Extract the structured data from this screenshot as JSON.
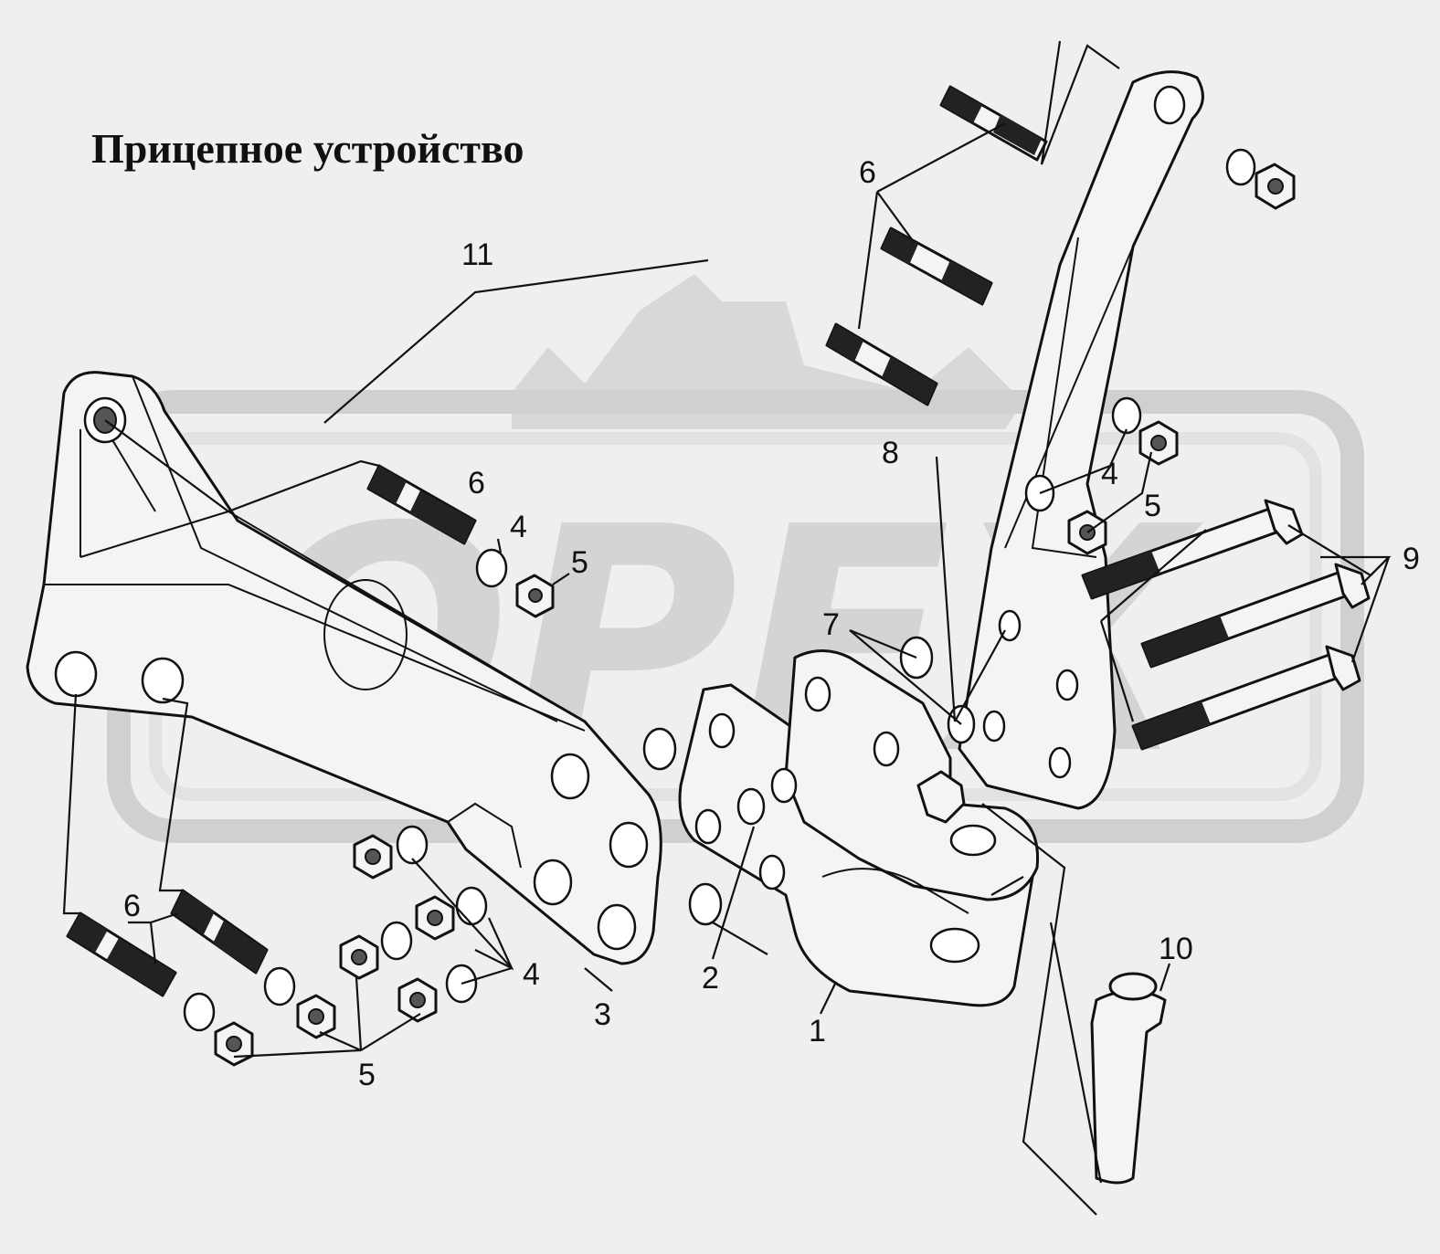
{
  "title": "Прицепное устройство",
  "watermark": {
    "text": "OPEX"
  },
  "callouts": [
    {
      "id": "c1",
      "text": "1"
    },
    {
      "id": "c2",
      "text": "2"
    },
    {
      "id": "c3",
      "text": "3"
    },
    {
      "id": "c4a",
      "text": "4"
    },
    {
      "id": "c4b",
      "text": "4"
    },
    {
      "id": "c4c",
      "text": "4"
    },
    {
      "id": "c5a",
      "text": "5"
    },
    {
      "id": "c5b",
      "text": "5"
    },
    {
      "id": "c5c",
      "text": "5"
    },
    {
      "id": "c6a",
      "text": "6"
    },
    {
      "id": "c6b",
      "text": "6"
    },
    {
      "id": "c6c",
      "text": "6"
    },
    {
      "id": "c7",
      "text": "7"
    },
    {
      "id": "c8",
      "text": "8"
    },
    {
      "id": "c9",
      "text": "9"
    },
    {
      "id": "c10",
      "text": "10"
    },
    {
      "id": "c11",
      "text": "11"
    }
  ],
  "colors": {
    "background": "#efefef",
    "line": "#111111",
    "watermark": "#d4d4d4"
  }
}
